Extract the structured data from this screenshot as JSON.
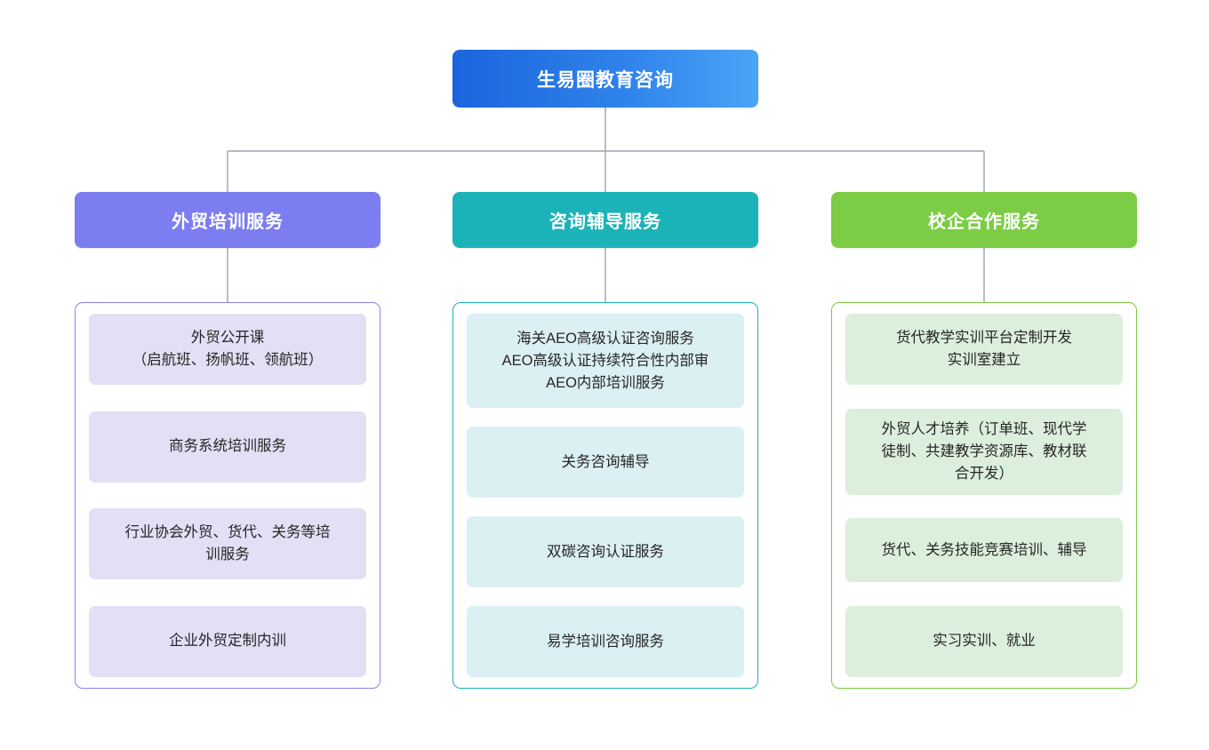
{
  "diagram": {
    "type": "organization-chart",
    "root": {
      "label": "生易圈教育咨询",
      "color": "#1b64dd",
      "color_end": "#4aa4f7"
    },
    "connector_color": "#9aa3ad",
    "branches": [
      {
        "header": "外贸培训服务",
        "header_color": "#7b7df0",
        "border_color": "#8b83f2",
        "item_bg": "#e3dff5",
        "items": [
          {
            "lines": [
              "外贸公开课",
              "（启航班、扬帆班、领航班）"
            ]
          },
          {
            "lines": [
              "商务系统培训服务"
            ]
          },
          {
            "lines": [
              "行业协会外贸、货代、关务等培",
              "训服务"
            ]
          },
          {
            "lines": [
              "企业外贸定制内训"
            ]
          }
        ]
      },
      {
        "header": "咨询辅导服务",
        "header_color": "#1cb3b8",
        "border_color": "#17b3bb",
        "item_bg": "#dbf0f3",
        "items": [
          {
            "lines": [
              "海关AEO高级认证咨询服务",
              "AEO高级认证持续符合性内部审",
              "AEO内部培训服务"
            ]
          },
          {
            "lines": [
              "关务咨询辅导"
            ]
          },
          {
            "lines": [
              "双碳咨询认证服务"
            ]
          },
          {
            "lines": [
              "易学培训咨询服务"
            ]
          }
        ]
      },
      {
        "header": "校企合作服务",
        "header_color": "#7ccc45",
        "border_color": "#7ccc45",
        "item_bg": "#dcefdd",
        "items": [
          {
            "lines": [
              "货代教学实训平台定制开发",
              "实训室建立"
            ]
          },
          {
            "lines": [
              "外贸人才培养（订单班、现代学",
              "徒制、共建教学资源库、教材联",
              "合开发）"
            ]
          },
          {
            "lines": [
              "货代、关务技能竞赛培训、辅导"
            ]
          },
          {
            "lines": [
              "实习实训、就业"
            ]
          }
        ]
      }
    ]
  }
}
